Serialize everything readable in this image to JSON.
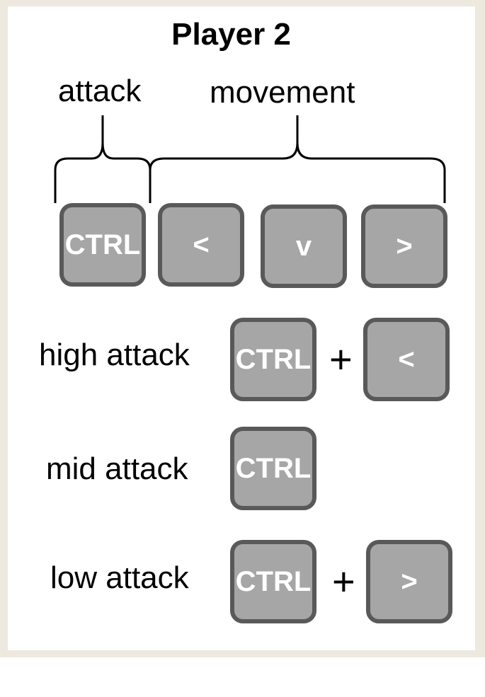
{
  "title": "Player 2",
  "groups": {
    "attack_label": "attack",
    "movement_label": "movement"
  },
  "keys": {
    "ctrl": "CTRL",
    "left": "<",
    "down": "v",
    "right": ">"
  },
  "combos": [
    {
      "label": "high attack",
      "keys": [
        "CTRL",
        "<"
      ],
      "plus": "+"
    },
    {
      "label": "mid attack",
      "keys": [
        "CTRL"
      ]
    },
    {
      "label": "low attack",
      "keys": [
        "CTRL",
        ">"
      ],
      "plus": "+"
    }
  ],
  "colors": {
    "key_fill": "#a6a6a6",
    "key_border": "#595959",
    "key_text": "#ffffff",
    "frame": "#ede9df"
  }
}
